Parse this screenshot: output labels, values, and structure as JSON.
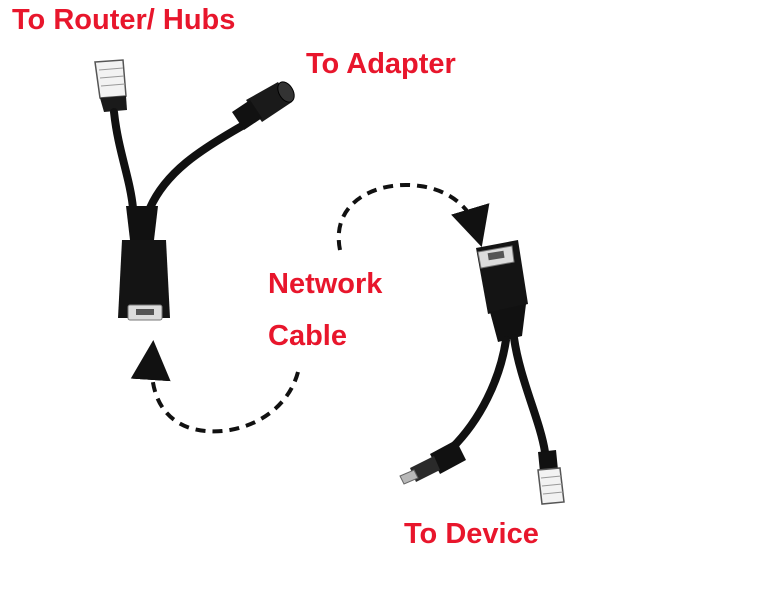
{
  "labels": {
    "router": "To Router/ Hubs",
    "adapter": "To Adapter",
    "network": "Network",
    "cable": "Cable",
    "device": "To Device"
  },
  "colors": {
    "label": "#e8162c",
    "cable": "#111111",
    "arrow": "#111111",
    "background": "#ffffff"
  }
}
